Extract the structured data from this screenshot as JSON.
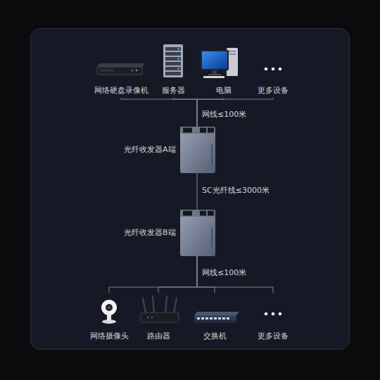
{
  "diagram": {
    "nodes": [
      {
        "text": [
          "网络硬盘录像机"
        ]
      },
      {
        "text": [
          "服务器"
        ]
      },
      {
        "text": [
          "电脑"
        ]
      },
      {
        "text": [
          "更多设备"
        ]
      },
      {
        "text": [
          "光纤收发器A端"
        ]
      },
      {
        "text": [
          "光纤收发器B端"
        ]
      },
      {
        "text": [
          "网络摄像头"
        ]
      },
      {
        "text": [
          "路由器"
        ]
      },
      {
        "text": [
          "交换机"
        ]
      },
      {
        "text": [
          "更多设备"
        ]
      }
    ],
    "edges": [
      {
        "from": 0,
        "to": 4,
        "arrow": "none"
      },
      {
        "from": 1,
        "to": 4,
        "arrow": "none"
      },
      {
        "from": 2,
        "to": 4,
        "arrow": "none"
      },
      {
        "from": 3,
        "to": 4,
        "arrow": "none"
      },
      {
        "from": 4,
        "to": 5,
        "label": "SC光纤线≤3000米",
        "arrow": "none"
      },
      {
        "from": 5,
        "to": 6,
        "arrow": "none"
      },
      {
        "from": 5,
        "to": 7,
        "arrow": "none"
      },
      {
        "from": 5,
        "to": 8,
        "arrow": "none"
      },
      {
        "from": 5,
        "to": 9,
        "arrow": "none"
      }
    ],
    "labels": [
      "网线≤100米",
      "网线≤100米"
    ]
  }
}
